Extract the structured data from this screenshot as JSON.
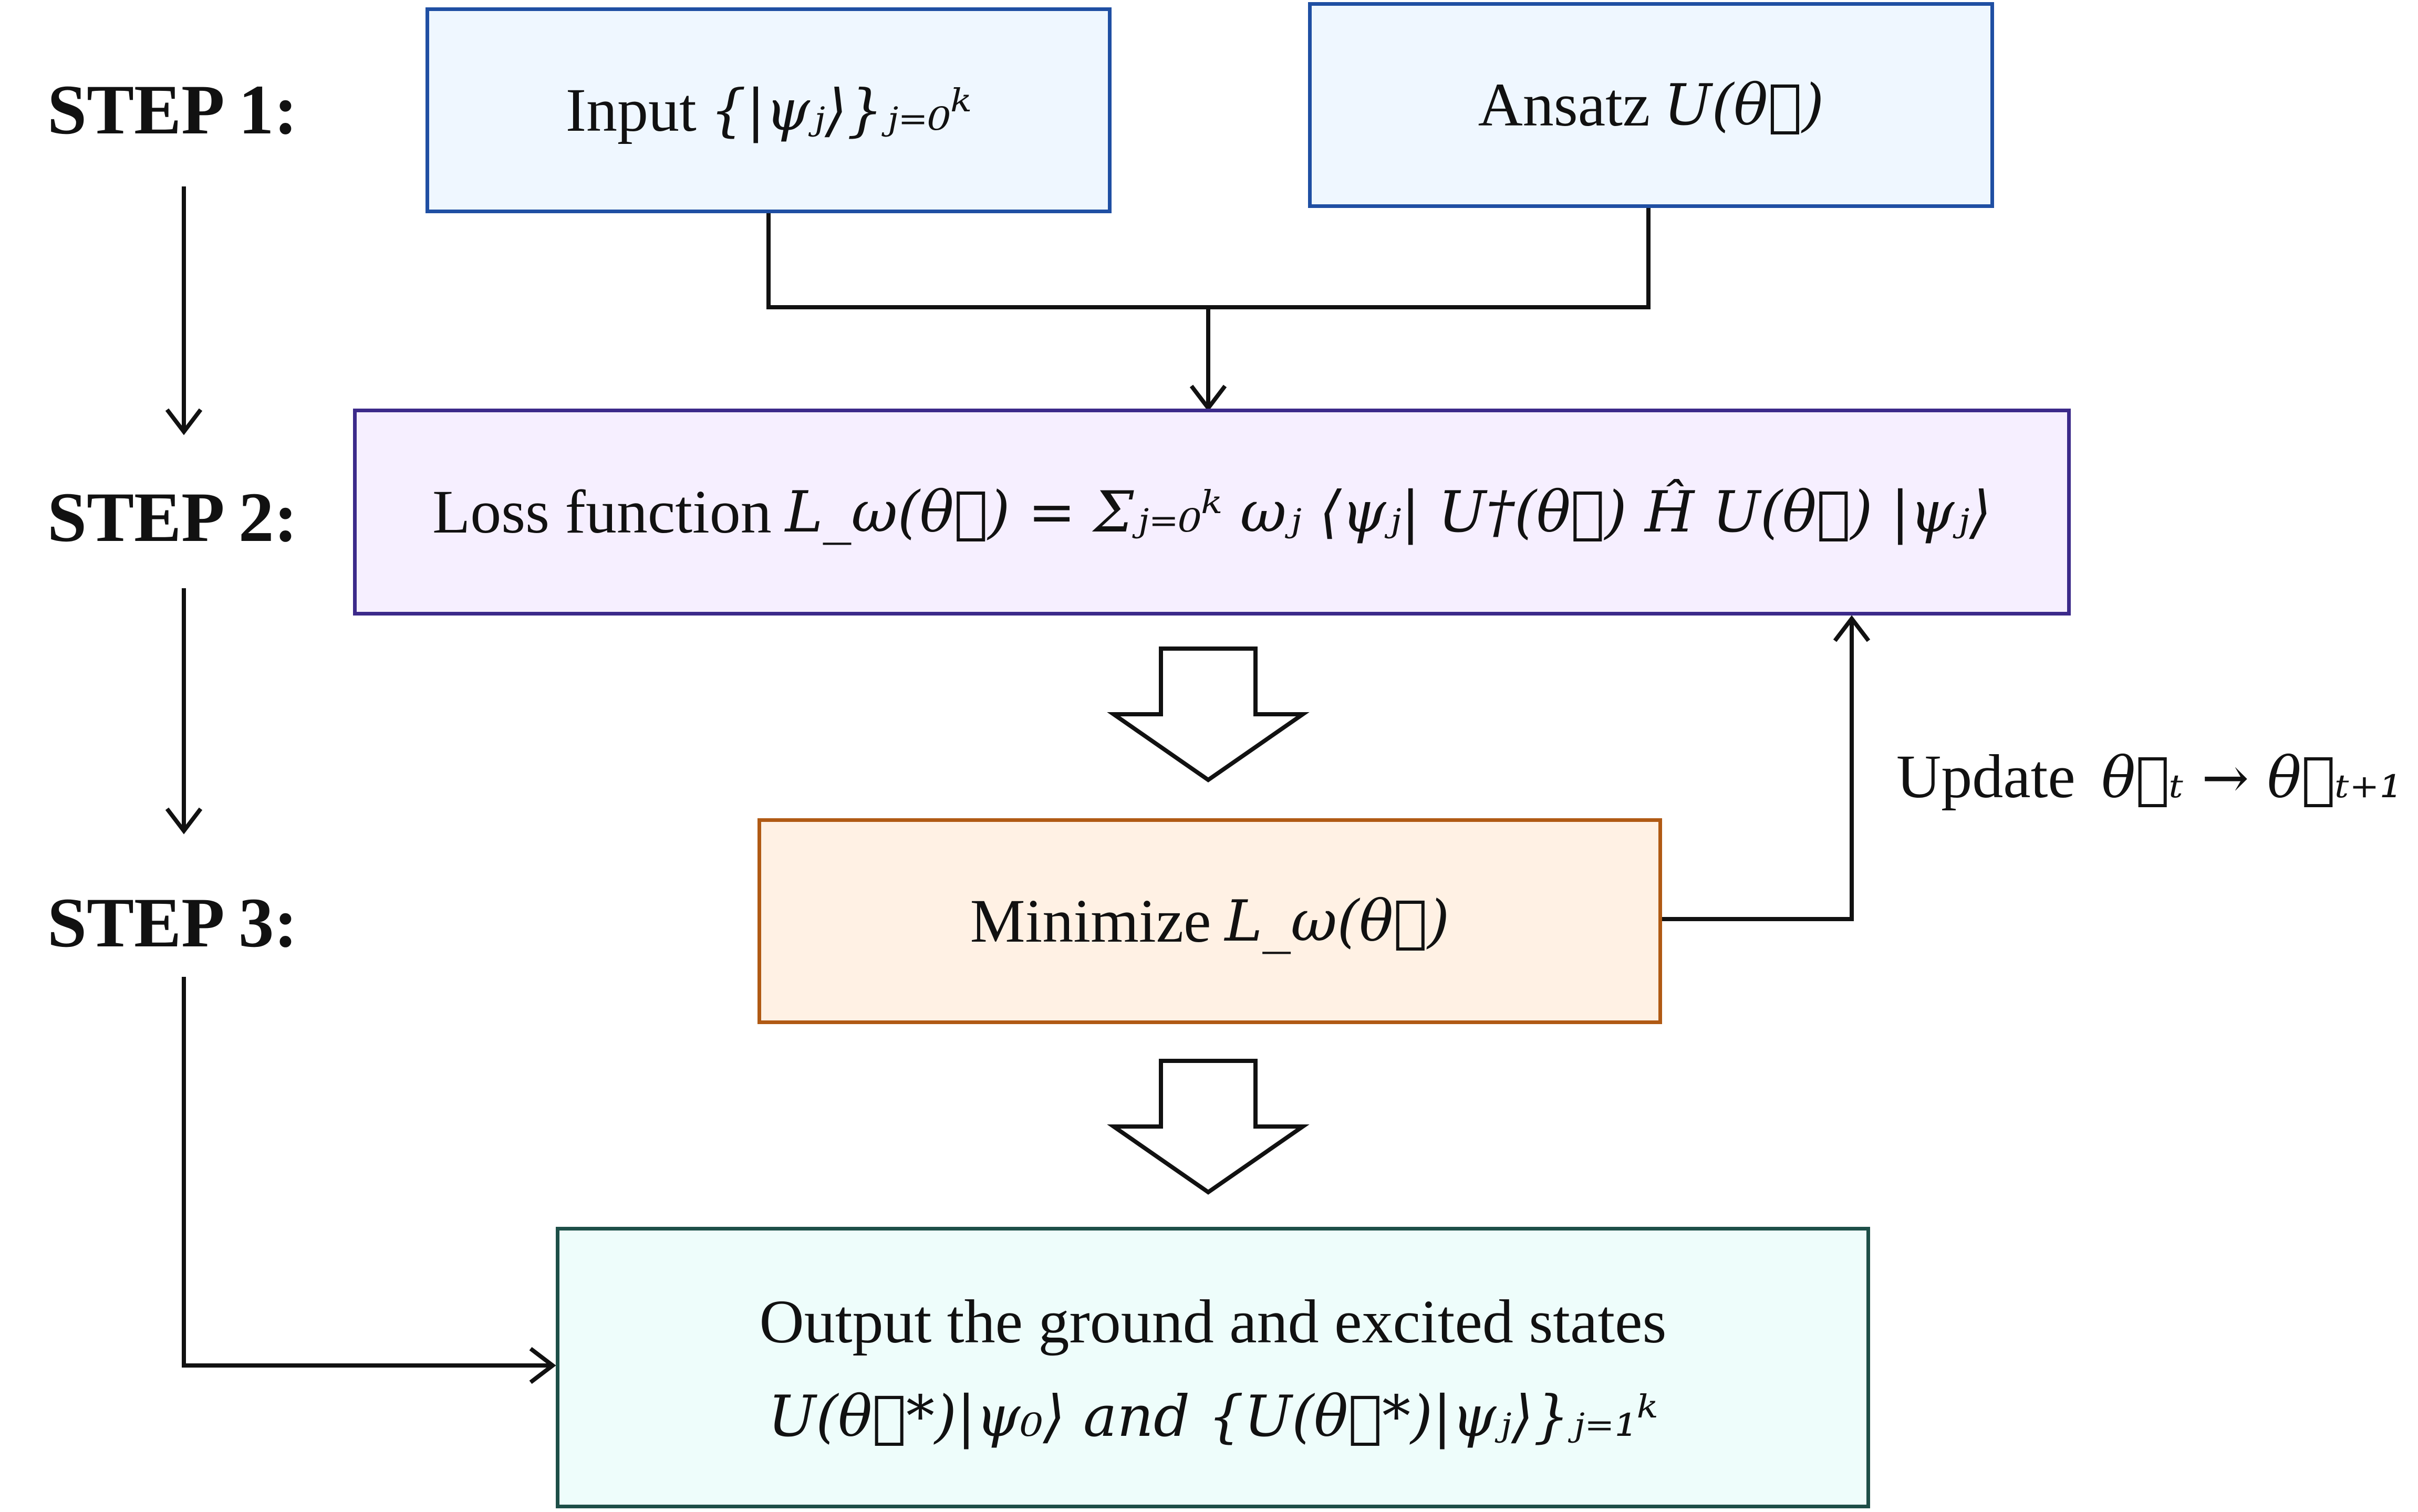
{
  "steps": [
    {
      "label": "STEP 1:"
    },
    {
      "label": "STEP 2:"
    },
    {
      "label": "STEP 3:"
    }
  ],
  "boxes": {
    "input": {
      "text": "Input",
      "math": "{|ψⱼ⟩}ⱼ₌₀ᵏ",
      "fill": "#eff7ff",
      "border": "#1f4fa3"
    },
    "ansatz": {
      "text": "Ansatz",
      "math": "U(θ⃗)",
      "fill": "#eff7ff",
      "border": "#1f4fa3"
    },
    "loss": {
      "text": "Loss function",
      "math": "L_ω(θ⃗) = Σⱼ₌₀ᵏ ωⱼ ⟨ψⱼ| U†(θ⃗) Ĥ U(θ⃗) |ψⱼ⟩",
      "fill": "#f6efff",
      "border": "#3c2a8a"
    },
    "minimize": {
      "text": "Minimize",
      "math": "L_ω(θ⃗)",
      "fill": "#fff1e4",
      "border": "#b05a14"
    },
    "output": {
      "line1": "Output the ground and excited states",
      "line2": "U(θ⃗*)|ψ₀⟩ and {U(θ⃗*)|ψⱼ⟩}ⱼ₌₁ᵏ",
      "fill": "#eefdfb",
      "border": "#1d4f48"
    }
  },
  "update": {
    "text": "Update",
    "math": "θ⃗ₜ → θ⃗ₜ₊₁"
  },
  "colors": {
    "line": "#111111",
    "hollow_arrow_fill": "#ffffff"
  }
}
